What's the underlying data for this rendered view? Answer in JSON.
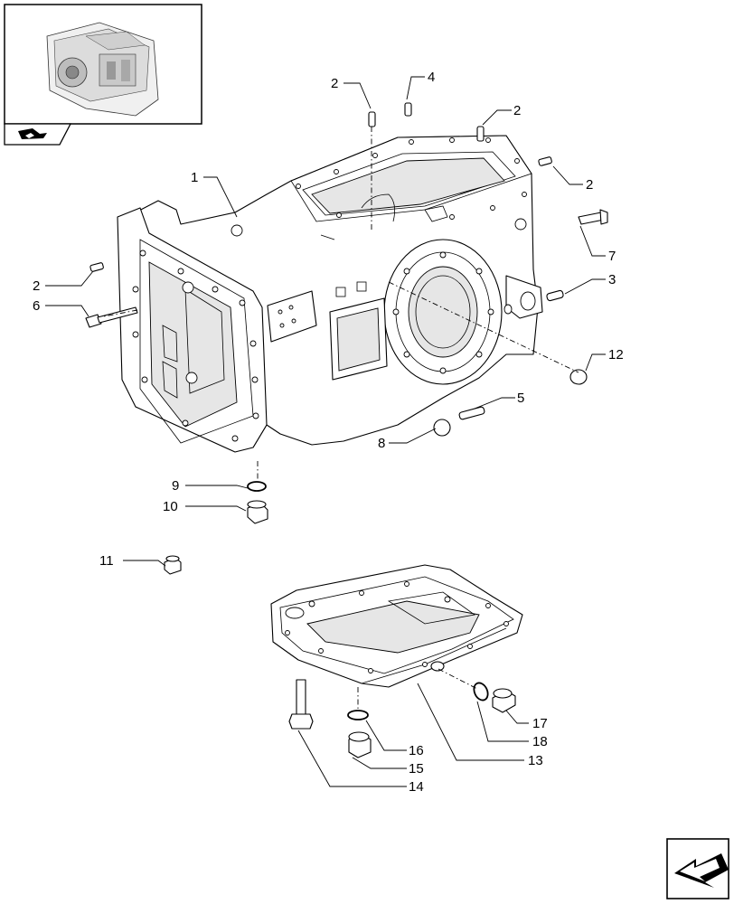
{
  "diagram": {
    "callouts": [
      {
        "id": "c1",
        "label": "1"
      },
      {
        "id": "c2a",
        "label": "2"
      },
      {
        "id": "c2b",
        "label": "2"
      },
      {
        "id": "c2c",
        "label": "2"
      },
      {
        "id": "c2d",
        "label": "2"
      },
      {
        "id": "c3",
        "label": "3"
      },
      {
        "id": "c4",
        "label": "4"
      },
      {
        "id": "c5",
        "label": "5"
      },
      {
        "id": "c6",
        "label": "6"
      },
      {
        "id": "c7",
        "label": "7"
      },
      {
        "id": "c8",
        "label": "8"
      },
      {
        "id": "c9",
        "label": "9"
      },
      {
        "id": "c10",
        "label": "10"
      },
      {
        "id": "c11",
        "label": "11"
      },
      {
        "id": "c12",
        "label": "12"
      },
      {
        "id": "c13",
        "label": "13"
      },
      {
        "id": "c14",
        "label": "14"
      },
      {
        "id": "c15",
        "label": "15"
      },
      {
        "id": "c16",
        "label": "16"
      },
      {
        "id": "c17",
        "label": "17"
      },
      {
        "id": "c18",
        "label": "18"
      }
    ],
    "thumbnail_icon": "thumbnail-transmission-icon",
    "nav_icons": [
      "book-arrow-icon",
      "next-page-arrow-icon"
    ]
  }
}
